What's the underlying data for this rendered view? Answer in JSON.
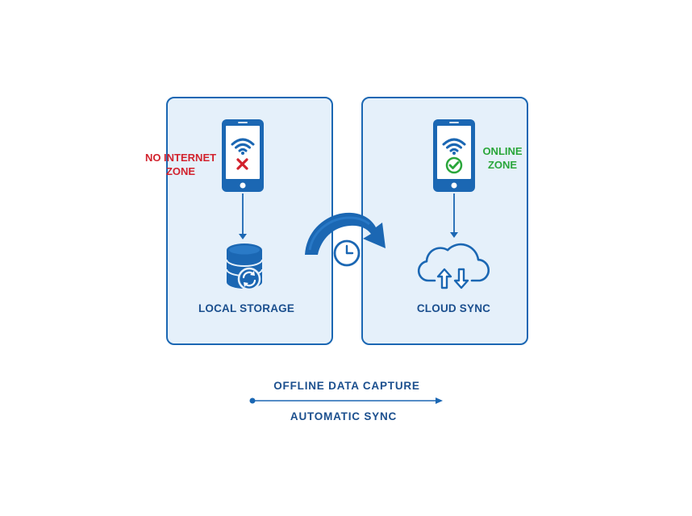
{
  "panels": {
    "left": {
      "zone_label": [
        "NO INTERNET",
        "ZONE"
      ],
      "caption": "LOCAL STORAGE"
    },
    "right": {
      "zone_label": [
        "ONLINE",
        "ZONE"
      ],
      "caption": "CLOUD SYNC"
    }
  },
  "flow": {
    "top_label": "OFFLINE DATA CAPTURE",
    "bottom_label": "AUTOMATIC SYNC"
  },
  "icons": {
    "left_phone": "smartphone-no-wifi-icon",
    "right_phone": "smartphone-wifi-connected-icon",
    "storage": "database-sync-icon",
    "cloud": "cloud-upload-download-icon",
    "clock": "clock-icon",
    "transition_arrow": "curved-arrow-icon"
  },
  "colors": {
    "primary": "#1b67b3",
    "panel_bg": "#e5f0fa",
    "offline_red": "#d2222d",
    "online_green": "#2aa63a",
    "text_dark": "#1b4f8e"
  }
}
